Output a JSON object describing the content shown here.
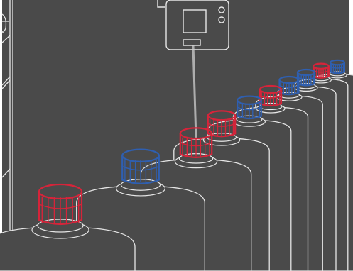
{
  "illustration": {
    "colors": {
      "background": "#4a4a4a",
      "line": "#e6e6e6",
      "cap_red": "#d6243a",
      "cap_blue": "#2f5fb0",
      "beam": "#cfcfcf",
      "frame": "#ffffff"
    },
    "bottles": [
      {
        "cap_color": "red"
      },
      {
        "cap_color": "blue"
      },
      {
        "cap_color": "red"
      },
      {
        "cap_color": "red"
      },
      {
        "cap_color": "blue"
      },
      {
        "cap_color": "red"
      },
      {
        "cap_color": "blue"
      },
      {
        "cap_color": "blue"
      },
      {
        "cap_color": "red"
      },
      {
        "cap_color": "blue"
      }
    ]
  }
}
